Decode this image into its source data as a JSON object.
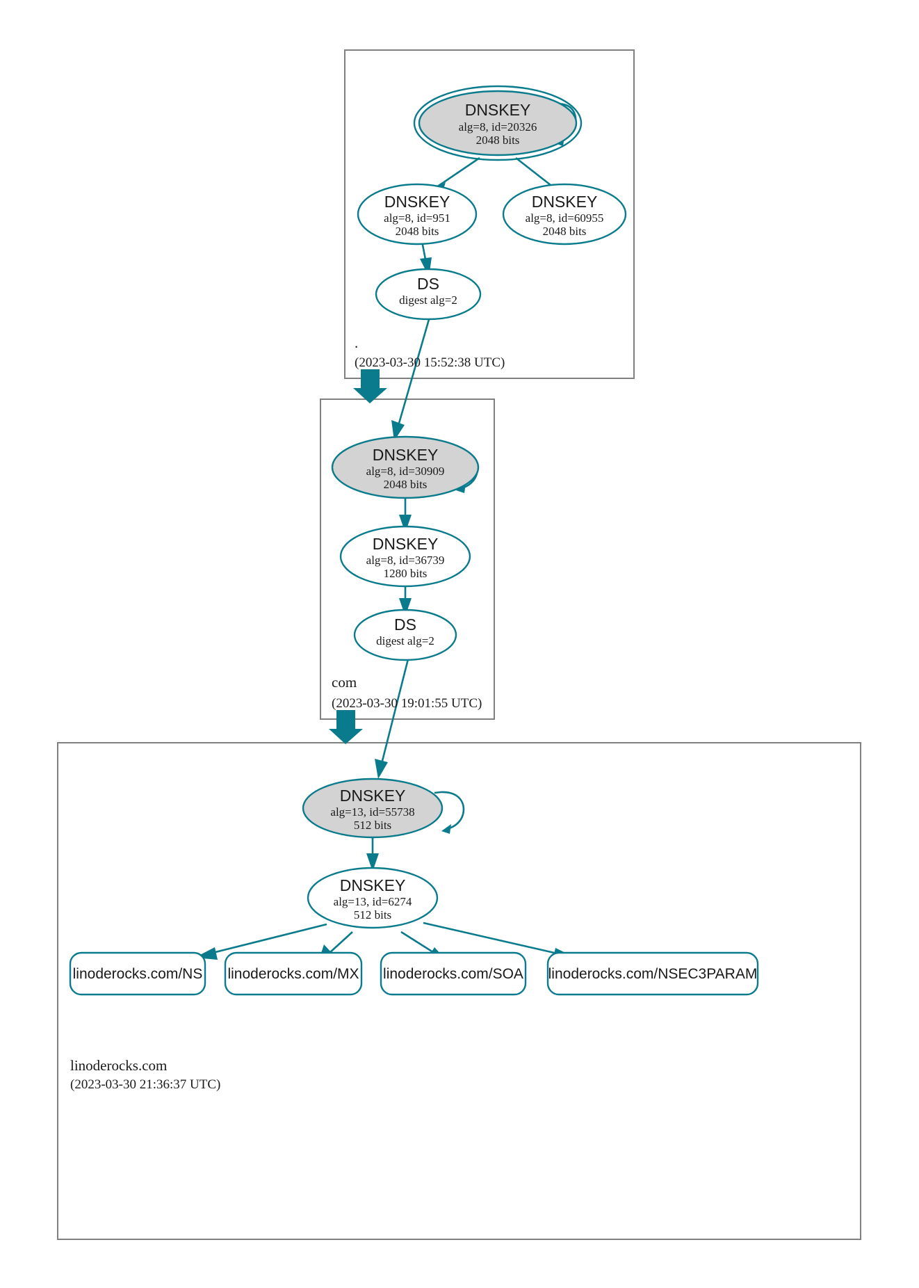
{
  "diagram": {
    "title": "DNSSEC Authentication Chain",
    "colors": {
      "accent": "#0a7b8c",
      "sep_key_fill": "#d3d3d3",
      "zsk_fill": "#ffffff",
      "zone_border": "#808080",
      "text": "#1a1a1a"
    }
  },
  "zones": [
    {
      "id": "root",
      "name": ".",
      "timestamp": "(2023-03-30 15:52:38 UTC)",
      "nodes": [
        {
          "id": "root-ksk",
          "type": "DNSKEY",
          "detail": "alg=8, id=20326",
          "size": "2048 bits",
          "shaded": true,
          "double_outline": true,
          "self_loop": true
        },
        {
          "id": "root-zsk-951",
          "type": "DNSKEY",
          "detail": "alg=8, id=951",
          "size": "2048 bits",
          "shaded": false,
          "double_outline": false,
          "self_loop": false
        },
        {
          "id": "root-zsk-60955",
          "type": "DNSKEY",
          "detail": "alg=8, id=60955",
          "size": "2048 bits",
          "shaded": false,
          "double_outline": false,
          "self_loop": false
        },
        {
          "id": "root-ds",
          "type": "DS",
          "detail": "digest alg=2",
          "size": "",
          "shaded": false,
          "double_outline": false,
          "self_loop": false
        }
      ]
    },
    {
      "id": "com",
      "name": "com",
      "timestamp": "(2023-03-30 19:01:55 UTC)",
      "nodes": [
        {
          "id": "com-ksk",
          "type": "DNSKEY",
          "detail": "alg=8, id=30909",
          "size": "2048 bits",
          "shaded": true,
          "double_outline": false,
          "self_loop": true
        },
        {
          "id": "com-zsk",
          "type": "DNSKEY",
          "detail": "alg=8, id=36739",
          "size": "1280 bits",
          "shaded": false,
          "double_outline": false,
          "self_loop": false
        },
        {
          "id": "com-ds",
          "type": "DS",
          "detail": "digest alg=2",
          "size": "",
          "shaded": false,
          "double_outline": false,
          "self_loop": false
        }
      ]
    },
    {
      "id": "linoderocks",
      "name": "linoderocks.com",
      "timestamp": "(2023-03-30 21:36:37 UTC)",
      "nodes": [
        {
          "id": "lr-ksk",
          "type": "DNSKEY",
          "detail": "alg=13, id=55738",
          "size": "512 bits",
          "shaded": true,
          "double_outline": false,
          "self_loop": true
        },
        {
          "id": "lr-zsk",
          "type": "DNSKEY",
          "detail": "alg=13, id=6274",
          "size": "512 bits",
          "shaded": false,
          "double_outline": false,
          "self_loop": false
        }
      ],
      "rrsets": [
        {
          "id": "rr-ns",
          "label": "linoderocks.com/NS"
        },
        {
          "id": "rr-mx",
          "label": "linoderocks.com/MX"
        },
        {
          "id": "rr-soa",
          "label": "linoderocks.com/SOA"
        },
        {
          "id": "rr-nsec3param",
          "label": "linoderocks.com/NSEC3PARAM"
        }
      ]
    }
  ]
}
